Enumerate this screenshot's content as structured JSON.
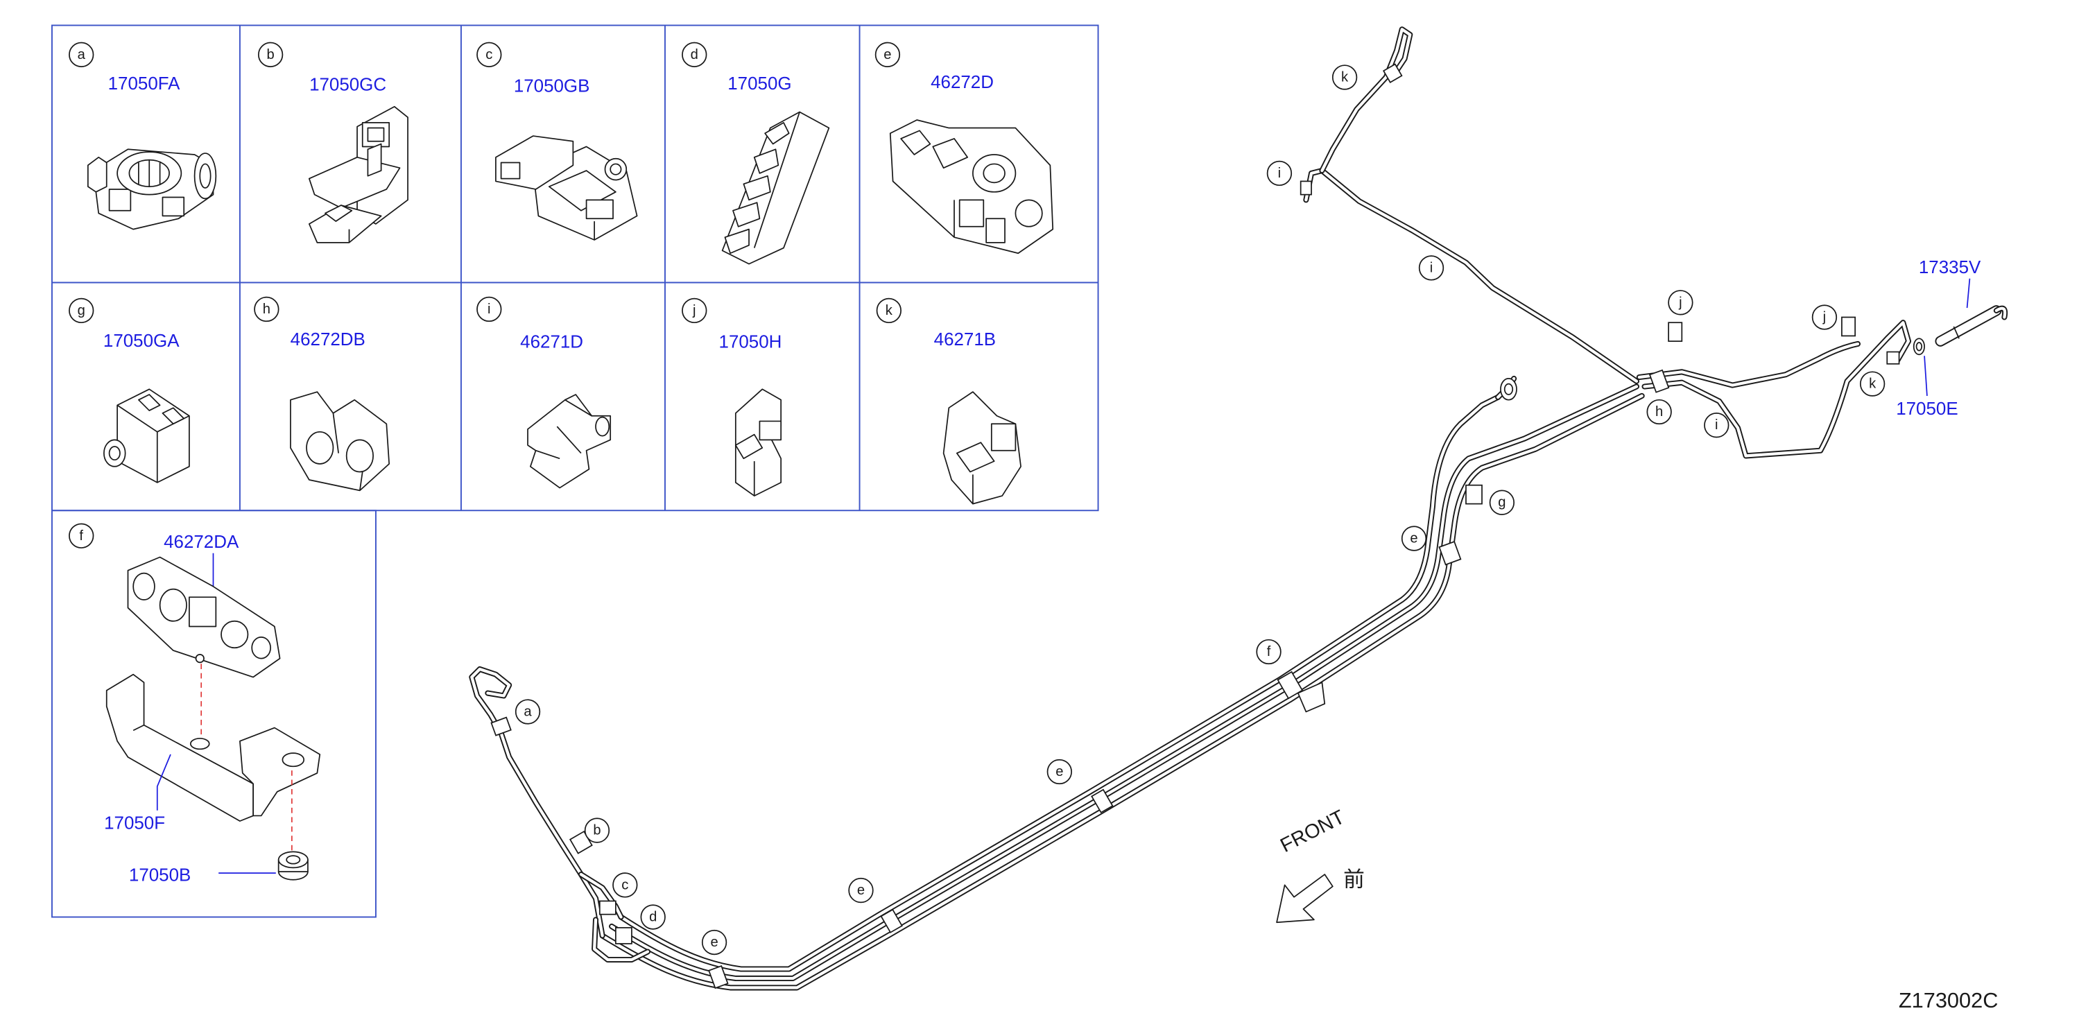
{
  "diagram_code": "Z173002C",
  "front": {
    "label": "FRONT",
    "label_jp": "前"
  },
  "parts_table": {
    "row1": [
      {
        "letter": "a",
        "part_number": "17050FA"
      },
      {
        "letter": "b",
        "part_number": "17050GC"
      },
      {
        "letter": "c",
        "part_number": "17050GB"
      },
      {
        "letter": "d",
        "part_number": "17050G"
      },
      {
        "letter": "e",
        "part_number": "46272D"
      }
    ],
    "row2": [
      {
        "letter": "g",
        "part_number": "17050GA"
      },
      {
        "letter": "h",
        "part_number": "46272DB"
      },
      {
        "letter": "i",
        "part_number": "46271D"
      },
      {
        "letter": "j",
        "part_number": "17050H"
      },
      {
        "letter": "k",
        "part_number": "46271B"
      }
    ],
    "f_cell": {
      "letter": "f",
      "clip": "46272DA",
      "bracket": "17050F",
      "nut": "17050B"
    }
  },
  "assembly": {
    "callouts": [
      "k",
      "i",
      "i",
      "j",
      "j",
      "h",
      "i",
      "k",
      "g",
      "e",
      "f",
      "e",
      "e",
      "e",
      "d",
      "c",
      "b",
      "a"
    ],
    "hose_label": "17335V",
    "clip_label": "17050E"
  },
  "colors": {
    "part_number_text": "#1c1ce0",
    "table_border": "#3d54c8",
    "linework": "#1a1a1a",
    "dashed_center_line": "#e03a3a",
    "background": "#ffffff"
  }
}
